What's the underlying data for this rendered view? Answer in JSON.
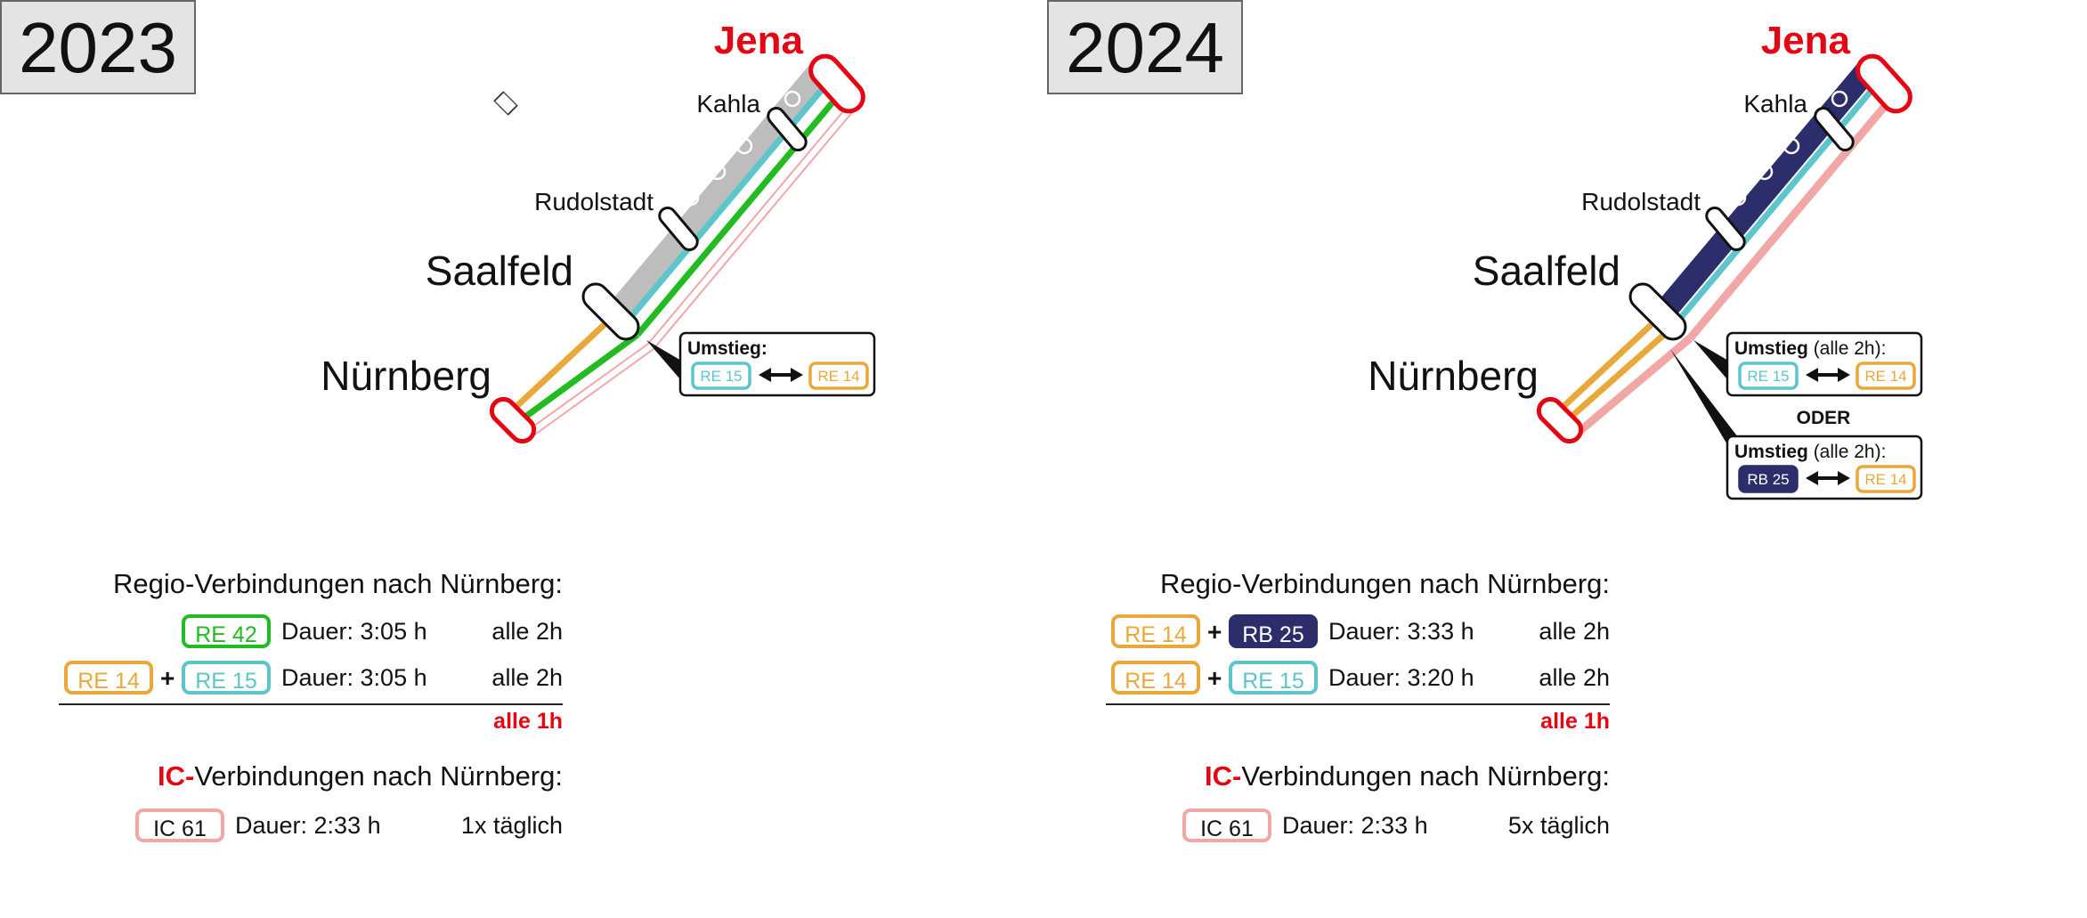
{
  "colors": {
    "red": "#e30613",
    "re42": "#22bb22",
    "re14": "#e8a93a",
    "re15": "#5cc6cc",
    "rb25": "#2c2d6b",
    "ic61": "#f2a7a7",
    "grey_line": "#bdbdbd"
  },
  "panels": [
    {
      "year": "2023",
      "map": {
        "stations": {
          "jena": "Jena",
          "kahla": "Kahla",
          "rudolstadt": "Rudolstadt",
          "saalfeld": "Saalfeld",
          "nuernberg": "Nürnberg"
        },
        "transfers": [
          {
            "heading": "Umstieg:",
            "note": "",
            "from": "RE 15",
            "to": "RE 14"
          }
        ],
        "oder": ""
      },
      "regio_title": "Regio-Verbindungen nach Nürnberg:",
      "connections": [
        {
          "trains": [
            "RE 42"
          ],
          "dauer": "Dauer: 3:05 h",
          "freq": "alle 2h"
        },
        {
          "trains": [
            "RE 14",
            "RE 15"
          ],
          "plus": "+",
          "dauer": "Dauer: 3:05 h",
          "freq": "alle 2h"
        }
      ],
      "total_freq": "alle 1h",
      "ic_prefix": "IC-",
      "ic_title": "Verbindungen nach Nürnberg:",
      "ic": {
        "train": "IC 61",
        "dauer": "Dauer: 2:33 h",
        "freq": "1x täglich"
      }
    },
    {
      "year": "2024",
      "map": {
        "stations": {
          "jena": "Jena",
          "kahla": "Kahla",
          "rudolstadt": "Rudolstadt",
          "saalfeld": "Saalfeld",
          "nuernberg": "Nürnberg"
        },
        "transfers": [
          {
            "heading": "Umstieg",
            "note": " (alle 2h):",
            "from": "RE 15",
            "to": "RE 14"
          },
          {
            "heading": "Umstieg",
            "note": " (alle 2h):",
            "from": "RB 25",
            "to": "RE 14"
          }
        ],
        "oder": "ODER"
      },
      "regio_title": "Regio-Verbindungen nach Nürnberg:",
      "connections": [
        {
          "trains": [
            "RE 14",
            "RB 25"
          ],
          "plus": "+",
          "dauer": "Dauer: 3:33 h",
          "freq": "alle 2h"
        },
        {
          "trains": [
            "RE 14",
            "RE 15"
          ],
          "plus": "+",
          "dauer": "Dauer: 3:20 h",
          "freq": "alle 2h"
        }
      ],
      "total_freq": "alle 1h",
      "ic_prefix": "IC-",
      "ic_title": "Verbindungen nach Nürnberg:",
      "ic": {
        "train": "IC 61",
        "dauer": "Dauer: 2:33 h",
        "freq": "5x täglich"
      }
    }
  ]
}
